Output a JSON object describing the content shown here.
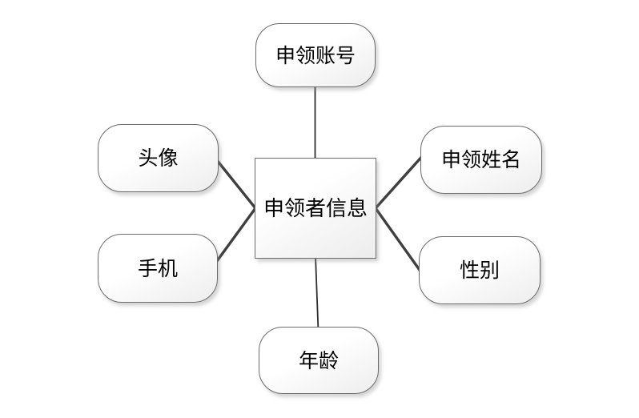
{
  "diagram": {
    "type": "entity-attribute-diagram",
    "center": {
      "label": "申领者信息"
    },
    "attributes": [
      {
        "id": "account",
        "label": "申领账号",
        "position": "top"
      },
      {
        "id": "applicant-name",
        "label": "申领姓名",
        "position": "upper-right"
      },
      {
        "id": "gender",
        "label": "性别",
        "position": "lower-right"
      },
      {
        "id": "age",
        "label": "年龄",
        "position": "bottom"
      },
      {
        "id": "phone",
        "label": "手机",
        "position": "lower-left"
      },
      {
        "id": "avatar",
        "label": "头像",
        "position": "upper-left"
      }
    ],
    "colors": {
      "background": "#ffffff",
      "node_border": "#6b6b6b",
      "node_fill_top": "#ffffff",
      "node_fill_bottom": "#ededed",
      "connector_thick": "#3f3f3f",
      "connector_thin": "#2e2e2e",
      "text": "#000000"
    }
  }
}
